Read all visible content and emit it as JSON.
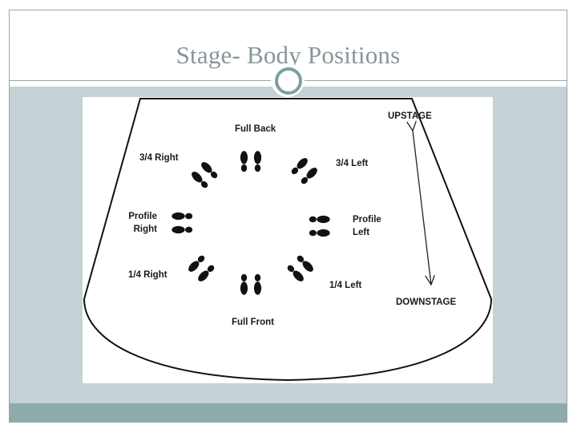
{
  "slide": {
    "title": "Stage- Body Positions"
  },
  "diagram": {
    "positions": {
      "full_back": "Full Back",
      "three_quarter_right": "3/4 Right",
      "three_quarter_left": "3/4 Left",
      "profile_right_line1": "Profile",
      "profile_right_line2": "Right",
      "profile_left_line1": "Profile",
      "profile_left_line2": "Left",
      "quarter_right": "1/4 Right",
      "quarter_left": "1/4 Left",
      "full_front": "Full Front"
    },
    "stage_direction": {
      "upstage": "UPSTAGE",
      "downstage": "DOWNSTAGE"
    },
    "icons": {
      "footprint": "footprint-icon",
      "arrow": "double-arrow-icon",
      "ring": "ring-icon"
    },
    "colors": {
      "footprint": "#111111",
      "band": "#c6d1d5",
      "footer": "#8eabad",
      "title": "#8a9599"
    }
  }
}
